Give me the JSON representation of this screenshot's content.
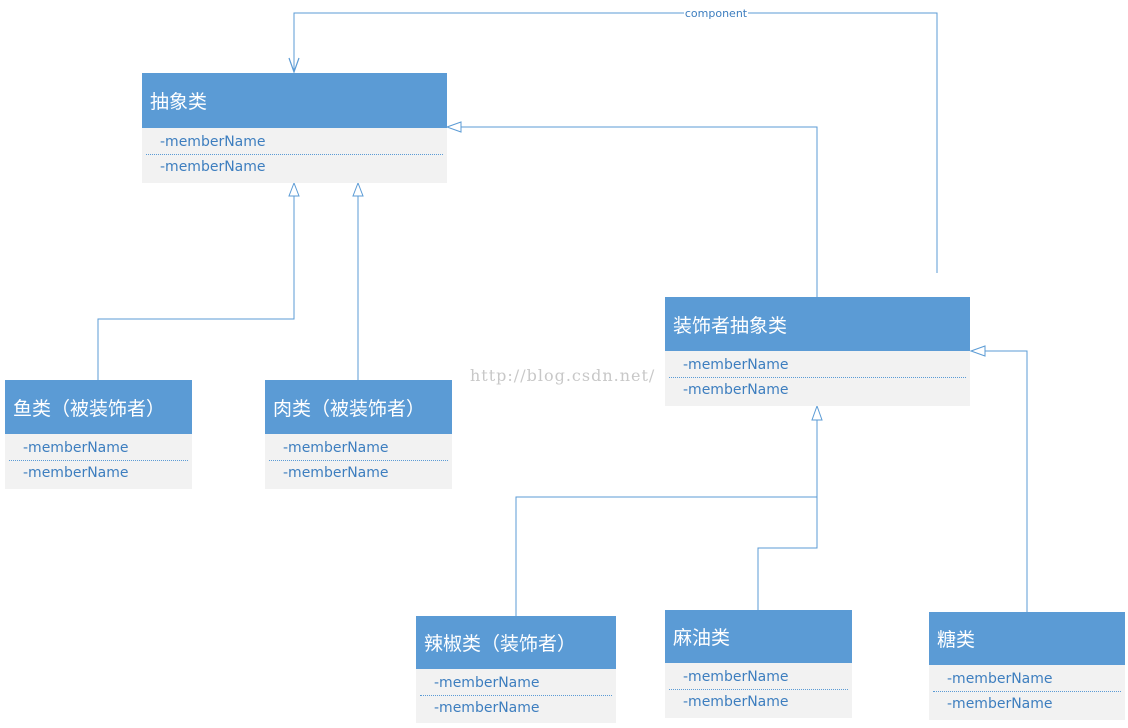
{
  "diagram": {
    "classes": {
      "abstract": {
        "title": "抽象类",
        "attrs": [
          "-memberName",
          "-memberName"
        ]
      },
      "fish": {
        "title": "鱼类（被装饰者）",
        "attrs": [
          "-memberName",
          "-memberName"
        ]
      },
      "meat": {
        "title": "肉类（被装饰者）",
        "attrs": [
          "-memberName",
          "-memberName"
        ]
      },
      "decorator": {
        "title": "装饰者抽象类",
        "attrs": [
          "-memberName",
          "-memberName"
        ]
      },
      "pepper": {
        "title": "辣椒类（装饰者）",
        "attrs": [
          "-memberName",
          "-memberName"
        ]
      },
      "sesame": {
        "title": "麻油类",
        "attrs": [
          "-memberName",
          "-memberName"
        ]
      },
      "sugar": {
        "title": "糖类",
        "attrs": [
          "-memberName",
          "-memberName"
        ]
      }
    },
    "association_label": "component",
    "watermark": "http://blog.csdn.net/",
    "colors": {
      "header": "#5b9bd5",
      "line": "#5b9bd5",
      "body": "#f2f2f2",
      "attr_text": "#3d7ebf"
    }
  }
}
